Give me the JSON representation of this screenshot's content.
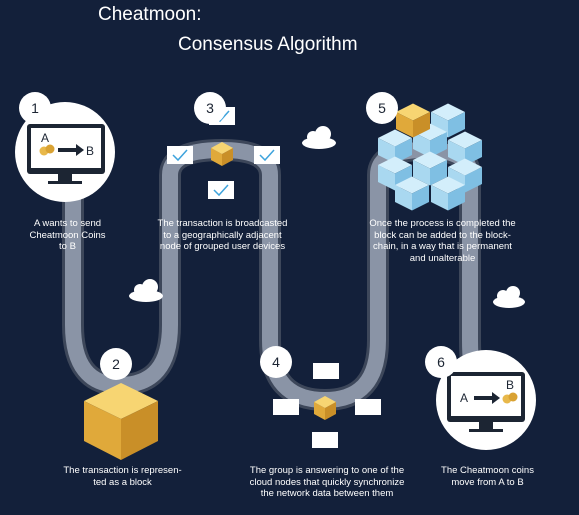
{
  "title": {
    "line1": "Cheatmoon:",
    "line2": "Consensus Algorithm"
  },
  "colors": {
    "background": "#13203a",
    "road": "#8a94a6",
    "road_edge": "#3d475a",
    "coin": "#e8b84a",
    "cube": "#f2c14e",
    "blue_cube": "#a9d8f0",
    "check": "#3ea3dc"
  },
  "steps": [
    {
      "number": "1",
      "lines": [
        "A wants to send",
        "Cheatmoon Coins",
        "to B"
      ]
    },
    {
      "number": "2",
      "lines": [
        "The transaction is represen-",
        "ted as a block"
      ]
    },
    {
      "number": "3",
      "lines": [
        "The transaction is broadcasted",
        "to a geographically adjacent",
        "node of grouped user devices"
      ]
    },
    {
      "number": "4",
      "lines": [
        "The group is answering to one of the",
        "cloud nodes that quickly synchronize",
        "the network data between them"
      ]
    },
    {
      "number": "5",
      "lines": [
        "Once the process is completed the",
        "block can be added to the block-",
        "chain, in a way that is permanent",
        "and unalterable"
      ]
    },
    {
      "number": "6",
      "lines": [
        "The Cheatmoon coins",
        "move from A to B"
      ]
    }
  ],
  "monitor1": {
    "from": "A",
    "to": "B"
  },
  "monitor6": {
    "from": "A",
    "to": "B"
  },
  "icons": [
    "monitor-icon",
    "coin-icon",
    "arrow-icon",
    "cube-icon",
    "cloud-icon",
    "check-icon",
    "device-icon",
    "blockchain-icon"
  ]
}
